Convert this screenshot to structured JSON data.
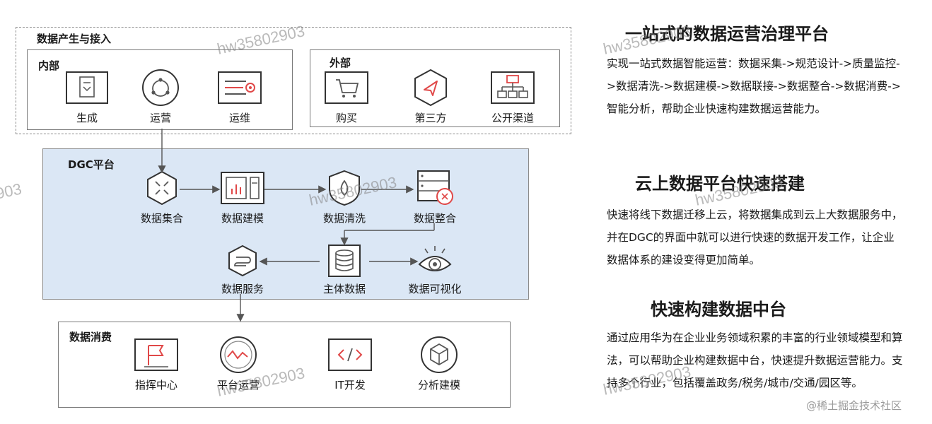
{
  "diagram": {
    "source": {
      "title": "数据产生与接入"
    },
    "internal": {
      "title": "内部",
      "items": [
        {
          "icon": "document-icon",
          "label": "生成"
        },
        {
          "icon": "cycle-icon",
          "label": "运营"
        },
        {
          "icon": "monitor-icon",
          "label": "运维"
        }
      ]
    },
    "external": {
      "title": "外部",
      "items": [
        {
          "icon": "cart-icon",
          "label": "购买"
        },
        {
          "icon": "navigation-icon",
          "label": "第三方"
        },
        {
          "icon": "hierarchy-icon",
          "label": "公开渠道"
        }
      ]
    },
    "dgc": {
      "title": "DGC平台",
      "nodes": [
        {
          "icon": "integration-icon",
          "label": "数据集合"
        },
        {
          "icon": "modeling-icon",
          "label": "数据建模"
        },
        {
          "icon": "cleanse-icon",
          "label": "数据清洗"
        },
        {
          "icon": "integrate-icon",
          "label": "数据整合"
        },
        {
          "icon": "service-icon",
          "label": "数据服务"
        },
        {
          "icon": "database-icon",
          "label": "主体数据"
        },
        {
          "icon": "eye-icon",
          "label": "数据可视化"
        }
      ]
    },
    "consumption": {
      "title": "数据消费",
      "items": [
        {
          "icon": "flag-icon",
          "label": "指挥中心"
        },
        {
          "icon": "wave-icon",
          "label": "平台运营"
        },
        {
          "icon": "code-icon",
          "label": "IT开发"
        },
        {
          "icon": "cube-icon",
          "label": "分析建模"
        }
      ]
    }
  },
  "features": [
    {
      "title": "一站式的数据运营治理平台",
      "body": "实现一站式数据智能运营：数据采集->规范设计->质量监控->数据清洗->数据建模->数据联接->数据整合->数据消费->智能分析，帮助企业快速构建数据运营能力。"
    },
    {
      "title": "云上数据平台快速搭建",
      "body": "快速将线下数据迁移上云，将数据集成到云上大数据服务中，并在DGC的界面中就可以进行快速的数据开发工作，让企业数据体系的建设变得更加简单。"
    },
    {
      "title": "快速构建数据中台",
      "body": "通过应用华为在企业业务领域积累的丰富的行业领域模型和算法，可以帮助企业构建数据中台，快速提升数据运营能力。支持多个行业，包括覆盖政务/税务/城市/交通/园区等。"
    }
  ],
  "watermark": "hw35802903",
  "watermark_partial": "903",
  "footer": "@稀土掘金技术社区"
}
